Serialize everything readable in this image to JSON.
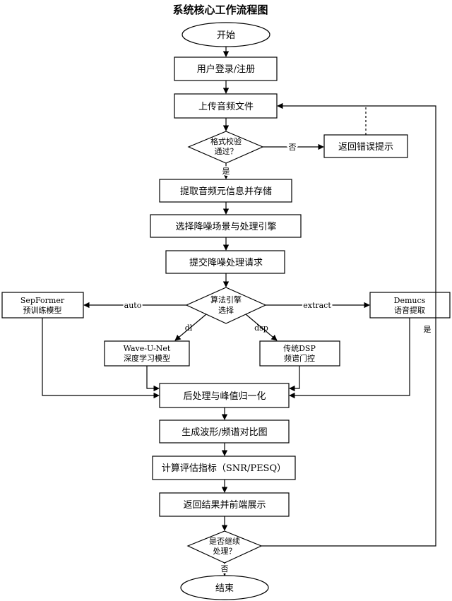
{
  "title": "系统核心工作流程图",
  "nodes": {
    "start": "开始",
    "login": "用户登录/注册",
    "upload": "上传音频文件",
    "format_check": [
      "格式校验",
      "通过？"
    ],
    "return_error": "返回错误提示",
    "extract_meta": "提取音频元信息并存储",
    "select_scene": "选择降噪场景与处理引擎",
    "submit": "提交降噪处理请求",
    "engine_select": [
      "算法引擎",
      "选择"
    ],
    "sepformer": [
      "SepFormer",
      "预训练模型"
    ],
    "demucs": [
      "Demucs",
      "语音提取"
    ],
    "waveunet": [
      "Wave-U-Net",
      "深度学习模型"
    ],
    "dsp": [
      "传统DSP",
      "频谱门控"
    ],
    "postprocess": "后处理与峰值归一化",
    "gen_plot": "生成波形/频谱对比图",
    "metrics": "计算评估指标（SNR/PESQ）",
    "return_result": "返回结果并前端展示",
    "continue_check": [
      "是否继续",
      "处理？"
    ],
    "end": "结束"
  },
  "edges": {
    "yes": "是",
    "no": "否",
    "auto": "auto",
    "extract": "extract",
    "dl": "dl",
    "dsp": "dsp",
    "loop_yes": "是",
    "end_no": "否"
  }
}
